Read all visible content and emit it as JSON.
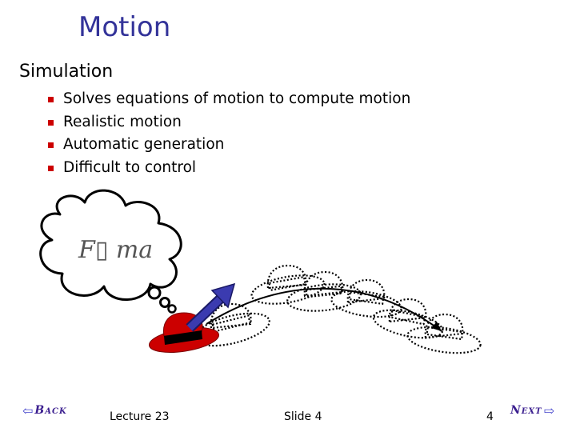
{
  "slide": {
    "title": "Motion",
    "subtitle": "Simulation",
    "bullets": [
      "Solves equations of motion to compute motion",
      "Realistic motion",
      "Automatic generation",
      "Difficult to control"
    ]
  },
  "illustration": {
    "equation_text": "F▯ ma"
  },
  "navigation": {
    "back_label": "Back",
    "next_label": "Next"
  },
  "footer": {
    "lecture": "Lecture 23",
    "slide_label": "Slide 4",
    "page_number": "4"
  },
  "colors": {
    "title": "#333399",
    "bullet": "#cc0000",
    "hat": "#cc0000",
    "hat_band": "#000000",
    "force_arrow": "#3b3bb0",
    "nav_text": "#3b1f8f"
  }
}
